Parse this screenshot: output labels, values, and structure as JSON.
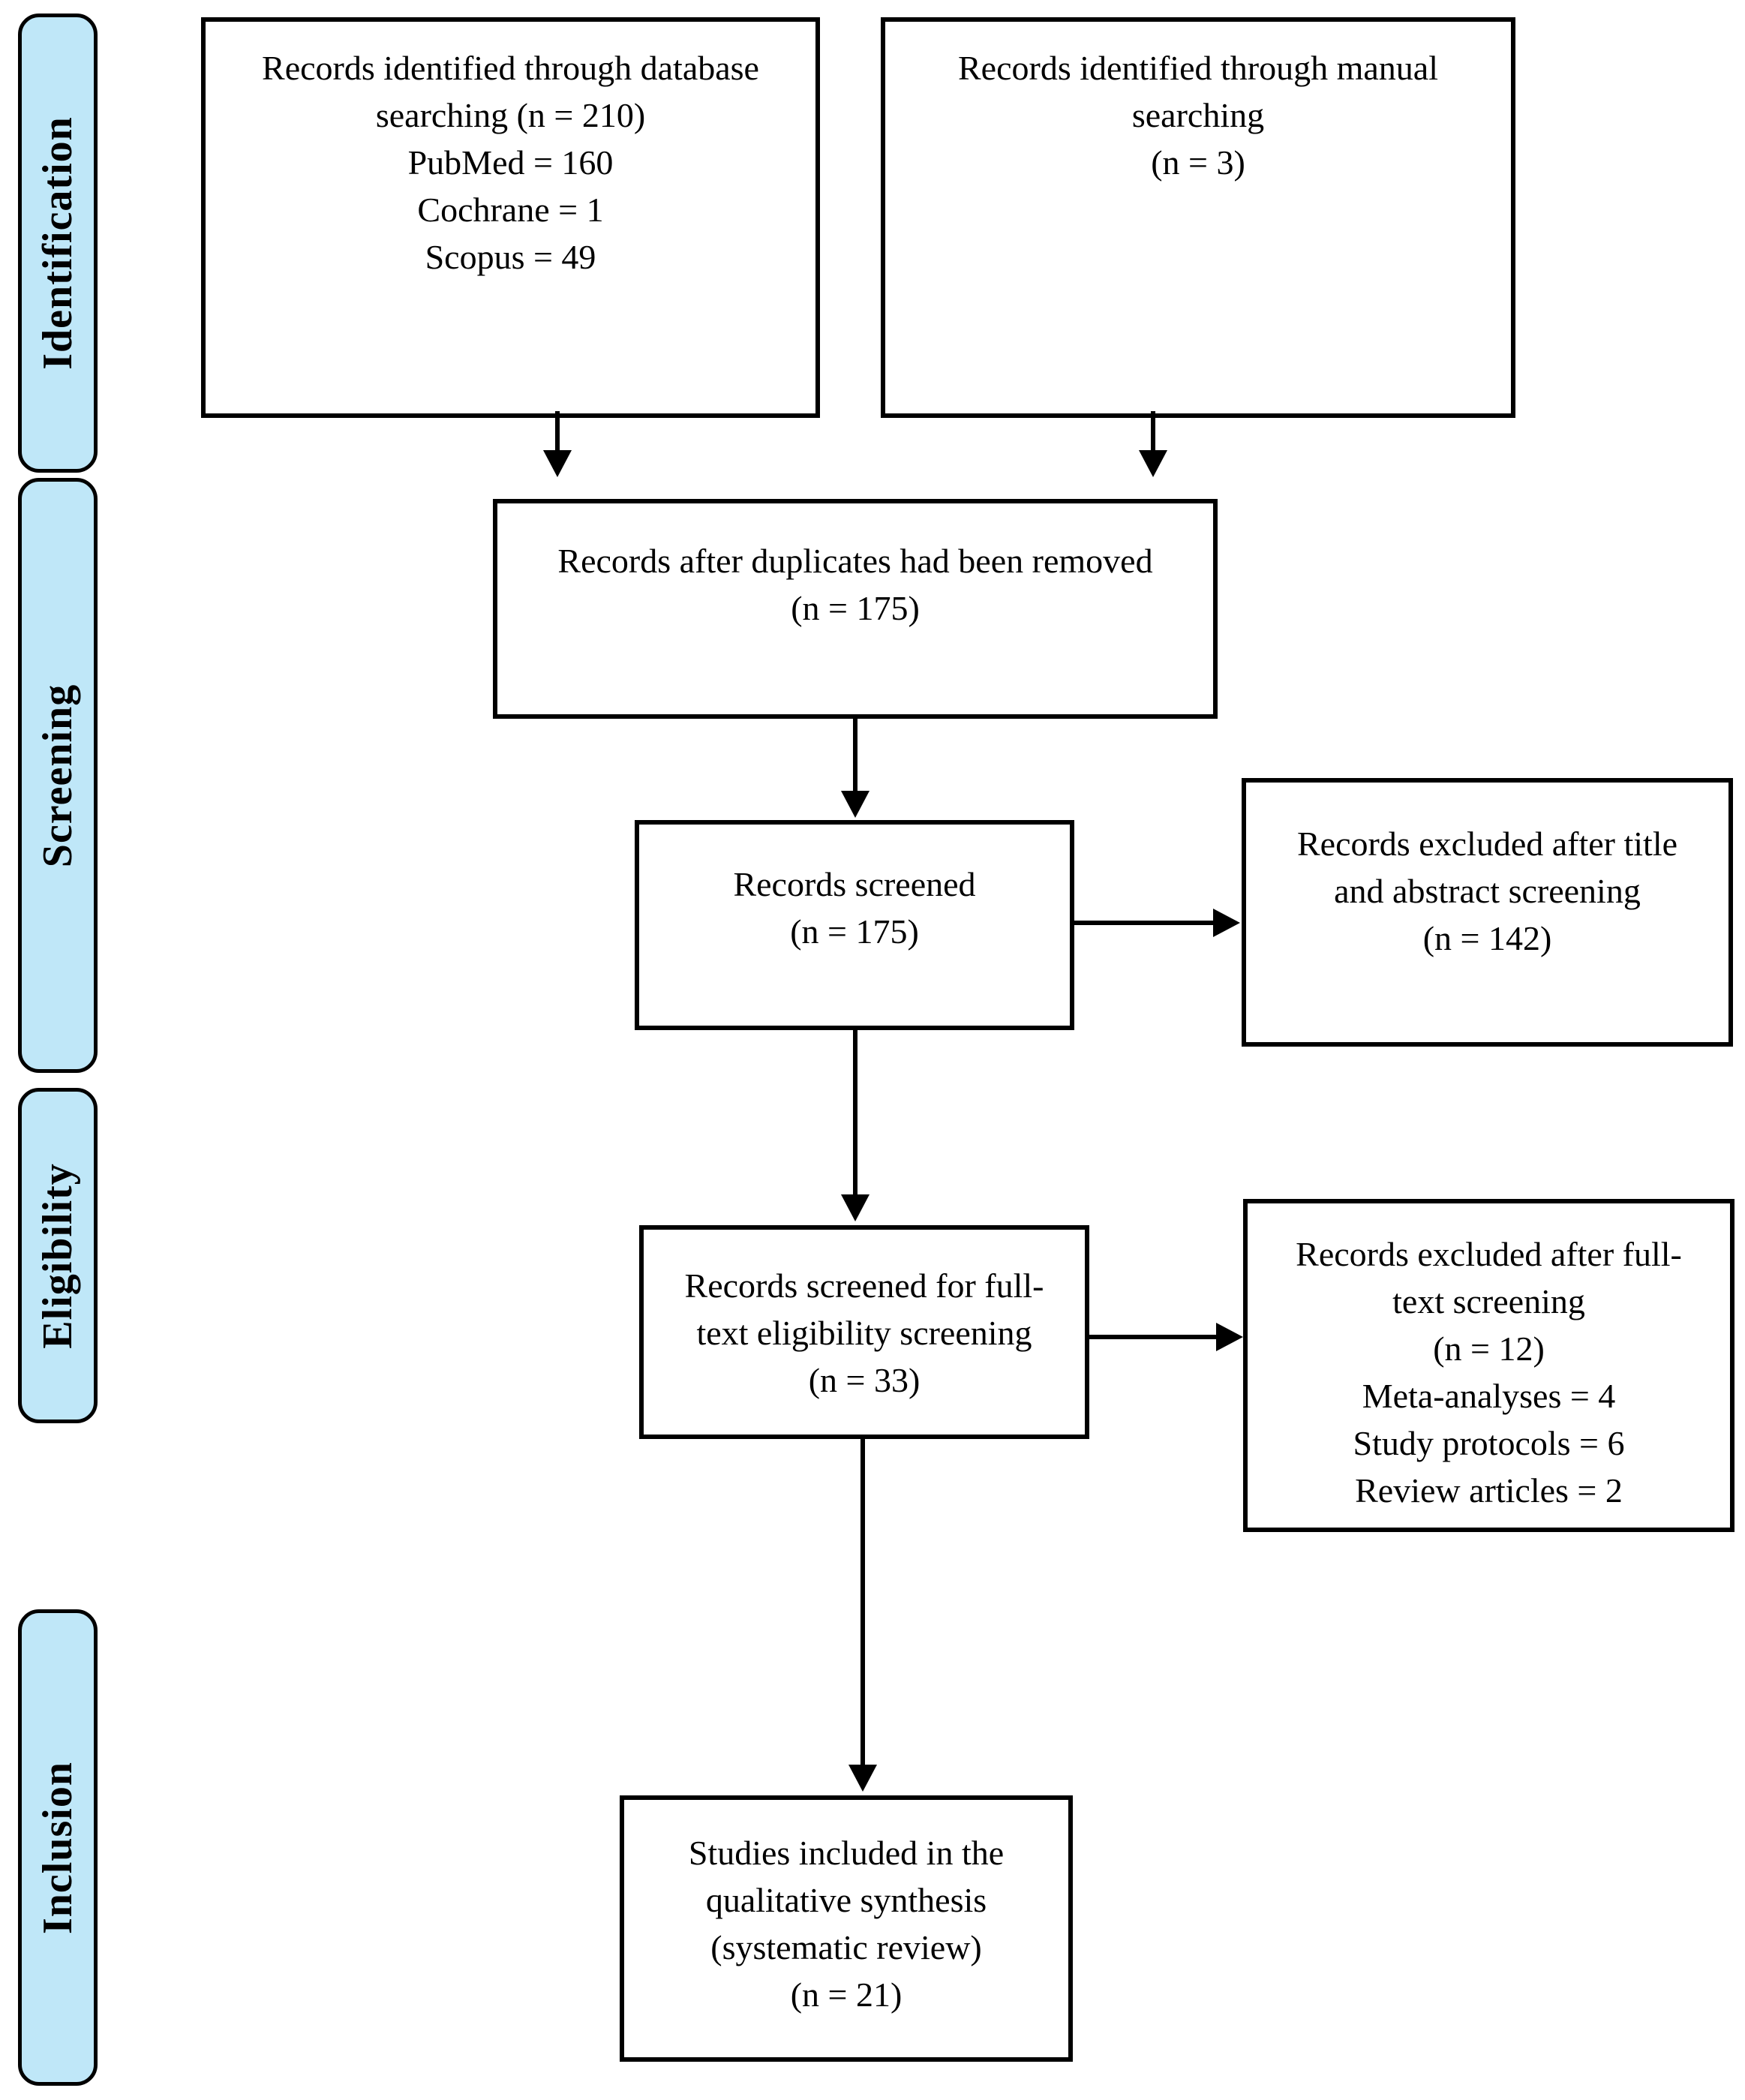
{
  "colors": {
    "sidebar_fill": "#bfe7f8",
    "box_fill": "#ffffff",
    "border": "#000000",
    "text": "#000000",
    "background": "#ffffff"
  },
  "sidebar": {
    "labels": [
      {
        "label": "Identification"
      },
      {
        "label": "Screening"
      },
      {
        "label": "Eligibility"
      },
      {
        "label": "Inclusion"
      }
    ]
  },
  "boxes": {
    "database_search": {
      "text": "Records identified through database\nsearching (n = 210)\nPubMed = 160\nCochrane = 1\nScopus = 49"
    },
    "manual_search": {
      "text": "Records identified through manual\nsearching\n(n = 3)"
    },
    "duplicates_removed": {
      "text": "Records after duplicates had been removed\n(n = 175)"
    },
    "records_screened": {
      "text": "Records screened\n(n = 175)"
    },
    "excluded_title_abstract": {
      "text": "Records excluded after title\nand abstract screening\n(n = 142)"
    },
    "fulltext_screened": {
      "text": "Records screened for full-\ntext eligibility screening\n(n = 33)"
    },
    "excluded_fulltext": {
      "text": "Records excluded after full-\ntext screening\n(n = 12)\nMeta-analyses = 4\nStudy protocols = 6\nReview articles = 2"
    },
    "included": {
      "text": "Studies included in the\nqualitative synthesis\n(systematic review)\n(n = 21)"
    }
  }
}
